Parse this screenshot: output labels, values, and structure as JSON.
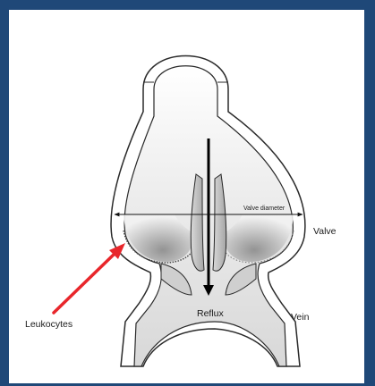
{
  "labels": {
    "valve_diameter": "Valve diameter",
    "valve": "Valve",
    "vein": "Vein",
    "reflux": "Reflux",
    "leukocytes": "Leukocytes"
  },
  "colors": {
    "frame": "#1f4878",
    "pointer_arrow": "#e8262b",
    "reflux_arrow": "#000000",
    "vessel_wall": "#2a2a2a"
  },
  "icons": {
    "reflux_arrow": "arrow-down-icon",
    "leukocyte_pointer": "arrow-up-right-icon",
    "valve_diameter_measure": "double-headed-arrow-icon"
  }
}
